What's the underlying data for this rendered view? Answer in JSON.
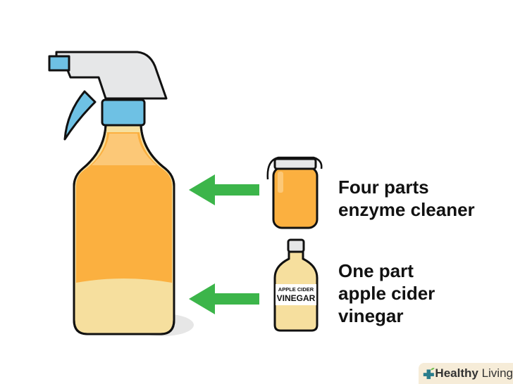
{
  "captions": {
    "enzyme": [
      "Four parts",
      "enzyme cleaner"
    ],
    "vinegar": [
      "One part",
      "apple cider",
      "vinegar"
    ]
  },
  "vinegar_label": [
    "APPLE CIDER",
    "VINEGAR"
  ],
  "watermark": {
    "bold": "Healthy",
    "rest": "Living"
  },
  "colors": {
    "orange": "#fbb040",
    "pale": "#f6df9e",
    "arrow": "#3cb54a",
    "cap": "#6ec1e4",
    "head": "#e6e7e8"
  }
}
